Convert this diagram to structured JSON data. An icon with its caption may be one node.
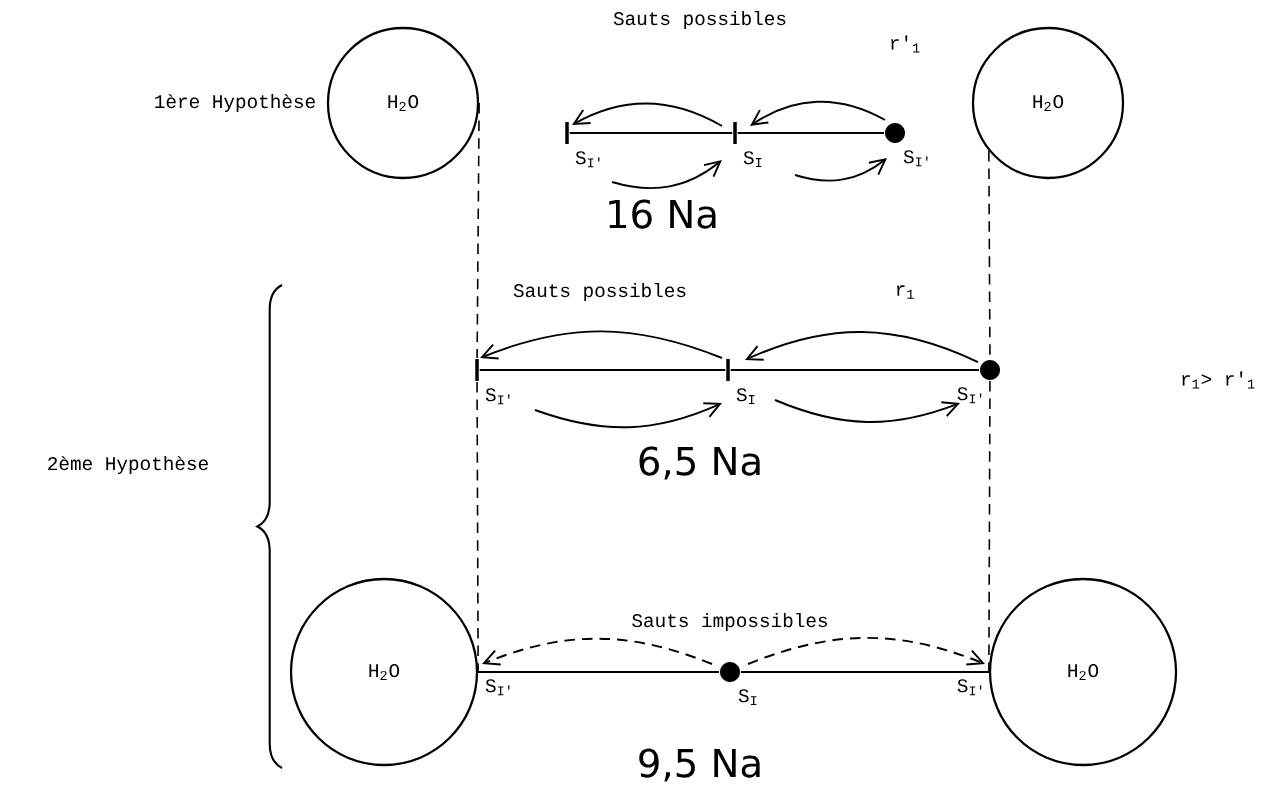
{
  "diagram": {
    "nodes": [
      {
        "text": [
          "H$_{2}$O"
        ]
      },
      {
        "text": [
          "H$_{2}$O"
        ]
      },
      {
        "text": [
          "H$_{2}$O"
        ]
      },
      {
        "text": [
          "H$_{2}$O"
        ]
      },
      {
        "text": [
          "S$_{I'}$"
        ]
      },
      {
        "text": [
          "S$_{I}$"
        ]
      },
      {
        "text": [
          "S$_{I'}$"
        ]
      },
      {
        "text": [
          "S$_{I'}$"
        ]
      },
      {
        "text": [
          "S$_{I}$"
        ]
      },
      {
        "text": [
          "S$_{I'}$"
        ]
      },
      {
        "text": [
          "S$_{I'}$"
        ]
      },
      {
        "text": [
          "S$_{I}$"
        ]
      },
      {
        "text": [
          "S$_{I'}$"
        ]
      }
    ],
    "edges": [
      {
        "from": 6,
        "to": 5,
        "arrow": "to",
        "label": "r'$_{1}$"
      },
      {
        "from": 5,
        "to": 4,
        "arrow": "to"
      },
      {
        "from": 4,
        "to": 5,
        "arrow": "to"
      },
      {
        "from": 5,
        "to": 6,
        "arrow": "to"
      },
      {
        "from": 4,
        "to": 5,
        "arrow": "none"
      },
      {
        "from": 5,
        "to": 6,
        "arrow": "none"
      },
      {
        "from": 9,
        "to": 8,
        "arrow": "to",
        "label": "r$_{1}$"
      },
      {
        "from": 8,
        "to": 7,
        "arrow": "to"
      },
      {
        "from": 7,
        "to": 8,
        "arrow": "to"
      },
      {
        "from": 8,
        "to": 9,
        "arrow": "to"
      },
      {
        "from": 7,
        "to": 8,
        "arrow": "none"
      },
      {
        "from": 8,
        "to": 9,
        "arrow": "none"
      },
      {
        "from": 11,
        "to": 10,
        "arrow": "to",
        "style": "dashed"
      },
      {
        "from": 11,
        "to": 12,
        "arrow": "to",
        "style": "dashed"
      },
      {
        "from": 10,
        "to": 11,
        "arrow": "none"
      },
      {
        "from": 11,
        "to": 12,
        "arrow": "none"
      },
      {
        "from": 0,
        "to": 7,
        "arrow": "none",
        "style": "dashed"
      },
      {
        "from": 7,
        "to": 2,
        "arrow": "none",
        "style": "dashed"
      },
      {
        "from": 1,
        "to": 9,
        "arrow": "none",
        "style": "dashed"
      },
      {
        "from": 9,
        "to": 3,
        "arrow": "none",
        "style": "dashed"
      }
    ],
    "labels": [
      "Sauts possibles",
      "1ère Hypothèse",
      "16 Na",
      "Sauts possibles",
      "r$_{1}$> r'$_{1}$",
      "6,5 Na",
      "2ème Hypothèse",
      "Sauts impossibles",
      "9,5 Na"
    ]
  }
}
